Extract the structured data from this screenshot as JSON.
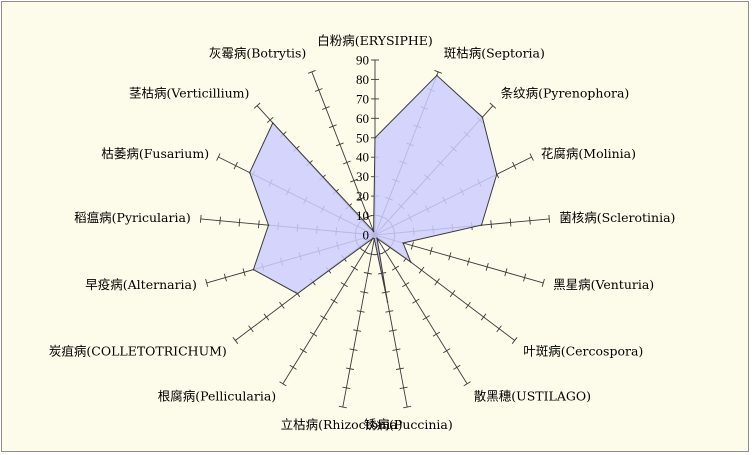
{
  "chart_data": {
    "type": "radar",
    "title": "",
    "axis_max": 90,
    "tick_step": 10,
    "tick_labels": [
      "0",
      "10",
      "20",
      "30",
      "40",
      "50",
      "60",
      "70",
      "80",
      "90"
    ],
    "grid": false,
    "colors": {
      "fill": "#ccccff",
      "stroke": "#3a3a3a",
      "axis": "#3a3a3a",
      "background": "#fdfcea"
    },
    "categories": [
      "白粉病(ERYSIPHE)",
      "斑枯病(Septoria)",
      "条纹病(Pyrenophora)",
      "花腐病(Molinia)",
      "菌核病(Sclerotinia)",
      "黑星病(Venturia)",
      "叶斑病(Cercospora)",
      "散黑穗(USTILAGO)",
      "锈病(Puccinia)",
      "立枯病(Rhizoctonia)",
      "根腐病(Pellicularia)",
      "炭疽病(COLLETOTRICHUM)",
      "早疫病(Alternaria)",
      "稻瘟病(Pyricularia)",
      "枯萎病(Fusarium)",
      "茎枯病(Verticillium)",
      "灰霉病(Botrytis)"
    ],
    "series": [
      {
        "values": [
          50,
          88,
          82,
          70,
          55,
          15,
          23,
          2,
          35,
          2,
          2,
          50,
          65,
          55,
          72,
          78,
          2
        ]
      }
    ]
  }
}
